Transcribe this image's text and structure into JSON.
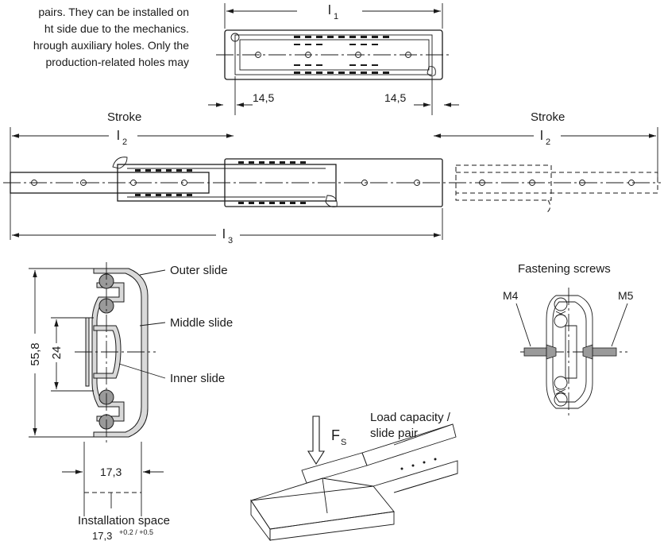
{
  "intro_lines": [
    "pairs. They can be installed on",
    "ht side due to the mechanics.",
    "hrough auxiliary holes. Only the",
    " production-related holes may"
  ],
  "dims": {
    "l1": "l",
    "l1_sub": "1",
    "l2": "l",
    "l2_sub": "2",
    "l3": "l",
    "l3_sub": "3",
    "offset_left": "14,5",
    "offset_right": "14,5",
    "stroke_left": "Stroke",
    "stroke_right": "Stroke",
    "height_total": "55,8",
    "height_inner": "24",
    "width": "17,3"
  },
  "labels": {
    "outer_slide": "Outer slide",
    "middle_slide": "Middle slide",
    "inner_slide": "Inner slide",
    "fastening_screws": "Fastening screws",
    "m4": "M4",
    "m5": "M5",
    "load_capacity_1": "Load capacity /",
    "load_capacity_2": "slide pair",
    "fs": "F",
    "fs_sub": "S",
    "installation_space": "Installation space",
    "installation_value": "17,3",
    "installation_tolerance": "+0.2 / +0.5"
  }
}
